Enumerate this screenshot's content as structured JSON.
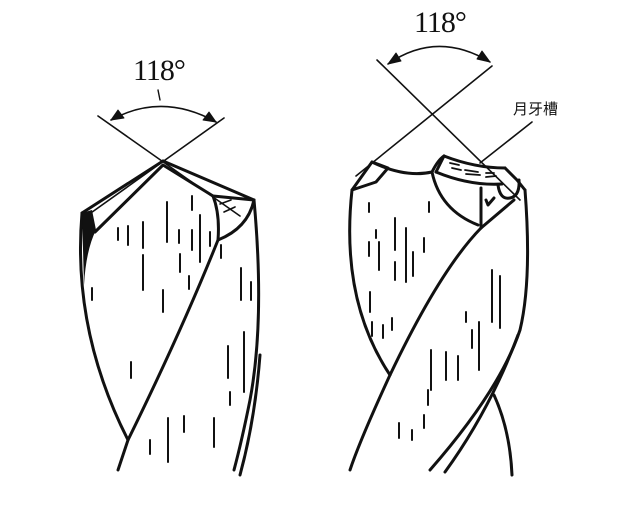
{
  "diagram": {
    "type": "technical-drawing",
    "subject": "twist drill bit point geometry",
    "colors": {
      "line": "#111111",
      "background": "#ffffff"
    },
    "left_drill": {
      "angle_label": "118°",
      "annotation": null
    },
    "right_drill": {
      "angle_label": "118°",
      "annotation": "月牙槽"
    }
  }
}
